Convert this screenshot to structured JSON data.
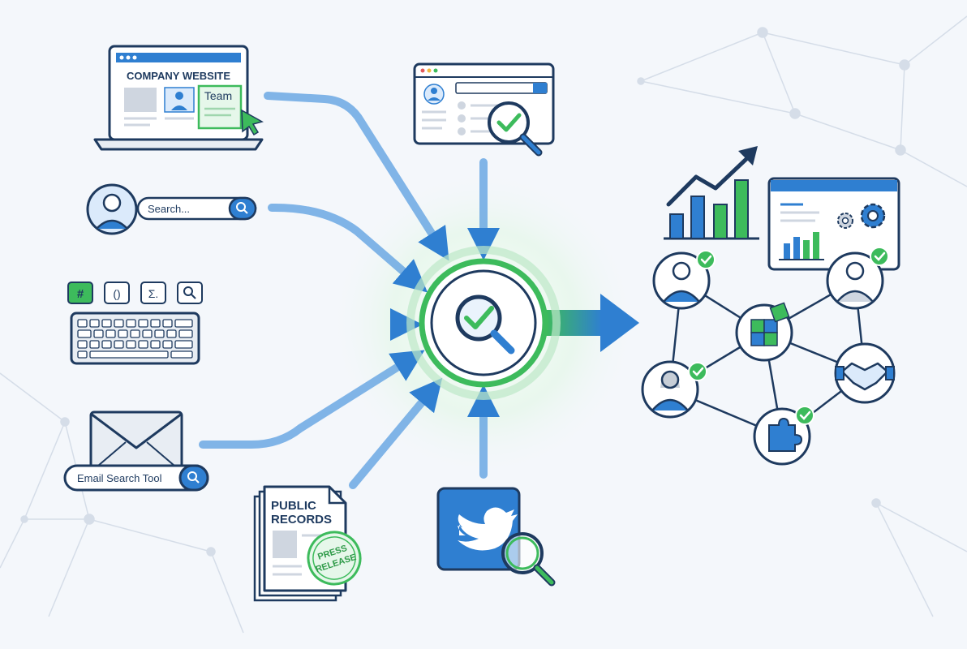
{
  "sources": {
    "website": {
      "title": "COMPANY WEBSITE",
      "tab_label": "Team"
    },
    "search": {
      "placeholder": "Search..."
    },
    "operators": [
      "#",
      "()",
      "Σ.",
      "🔍"
    ],
    "email_tool": {
      "label": "Email Search Tool"
    },
    "records": {
      "line1": "PUBLIC",
      "line2": "RECORDS",
      "stamp_line1": "PRESS",
      "stamp_line2": "RELEASE"
    }
  },
  "icons": {
    "hub": "magnifier-check-icon",
    "profile": "profile-search-icon",
    "social": "twitter-bird-icon",
    "network": "people-network-icon",
    "chart": "growth-chart-icon"
  },
  "colors": {
    "navy": "#1e3a5f",
    "blue": "#2f7fd1",
    "light_blue": "#dbeafb",
    "green": "#3dbb5c",
    "gray": "#cfd6e0"
  }
}
